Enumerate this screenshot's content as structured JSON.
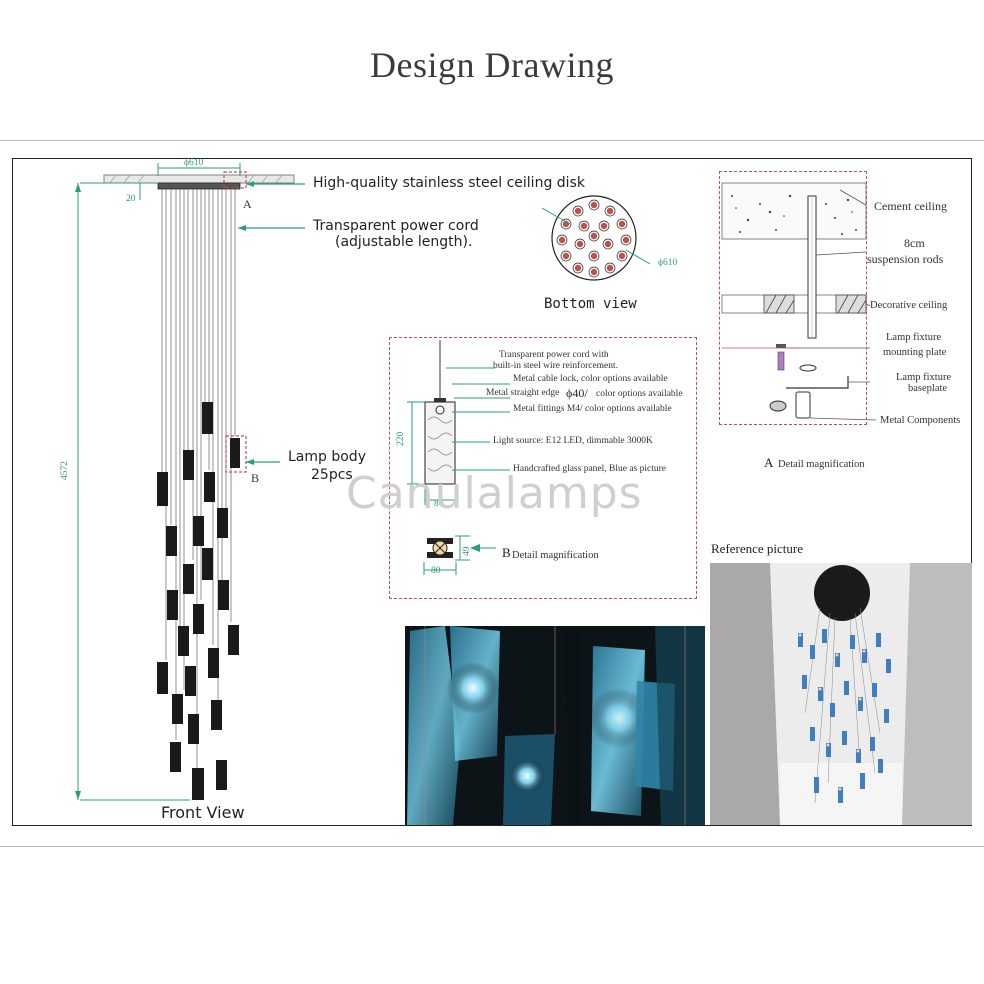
{
  "title": "Design Drawing",
  "front_view": {
    "caption": "Front View",
    "dim_width": "ϕ610",
    "dim_disk_height": "20",
    "dim_total_height": "4572",
    "marker_a": "A",
    "marker_b": "B"
  },
  "callouts": {
    "ceiling_disk": "High-quality stainless steel ceiling disk",
    "power_cord_line1": "Transparent power cord",
    "power_cord_line2": "(adjustable length).",
    "lamp_body_line1": "Lamp body",
    "lamp_body_line2": "25pcs"
  },
  "bottom_view": {
    "caption": "Bottom view",
    "dim": "ϕ610"
  },
  "detail_b": {
    "cord_line1": "Transparent power cord with",
    "cord_line2": "built-in steel wire reinforcement.",
    "cable_lock": "Metal cable lock, color options available",
    "straight_edge": "Metal straight edge",
    "straight_edge_dim": "ϕ40/",
    "straight_edge_suffix": "color options available",
    "fittings": "Metal fittings M4/ color options available",
    "light_source": "Light source: E12 LED,  dimmable 3000K",
    "glass_panel": "Handcrafted glass panel, Blue as picture",
    "dim_height": "220",
    "dim_width": "80",
    "dim_bottom_width": "80",
    "dim_bottom_height": "49",
    "caption_letter": "B",
    "caption": "Detail magnification"
  },
  "detail_a": {
    "cement": "Cement ceiling",
    "rod_line1": "8cm",
    "rod_line2": "suspension rods",
    "decorative": "Decorative ceiling",
    "mount_line1": "Lamp fixture",
    "mount_line2": "mounting plate",
    "base_line1": "Lamp fixture",
    "base_line2": "baseplate",
    "components": "Metal Components",
    "caption_letter": "A",
    "caption": "Detail magnification"
  },
  "reference_caption": "Reference picture",
  "watermark": "Canulalamps",
  "colors": {
    "dim_green": "#2a9d7a",
    "detail_red": "#c0504d",
    "lamp_black": "#1a1a1a",
    "glass_blue": "#3f8fb0"
  }
}
